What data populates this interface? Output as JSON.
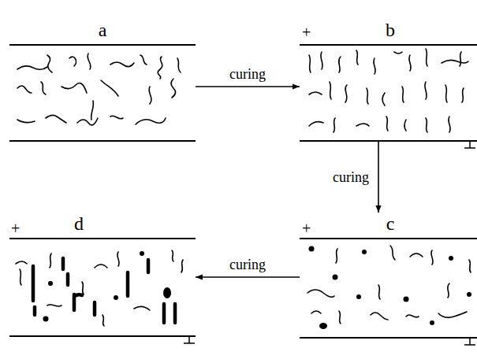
{
  "diagram": {
    "nodes": [
      {
        "text": [
          "a"
        ]
      },
      {
        "text": [
          "b"
        ]
      },
      {
        "text": [
          "c"
        ]
      },
      {
        "text": [
          "d"
        ]
      }
    ],
    "edges": [
      {
        "from": 0,
        "to": 1,
        "arrow": "to",
        "label": "curing"
      },
      {
        "from": 1,
        "to": 2,
        "arrow": "to",
        "label": "curing"
      },
      {
        "from": 2,
        "to": 3,
        "arrow": "to",
        "label": "curing"
      }
    ],
    "labels": [
      "+",
      "+",
      "+"
    ]
  }
}
